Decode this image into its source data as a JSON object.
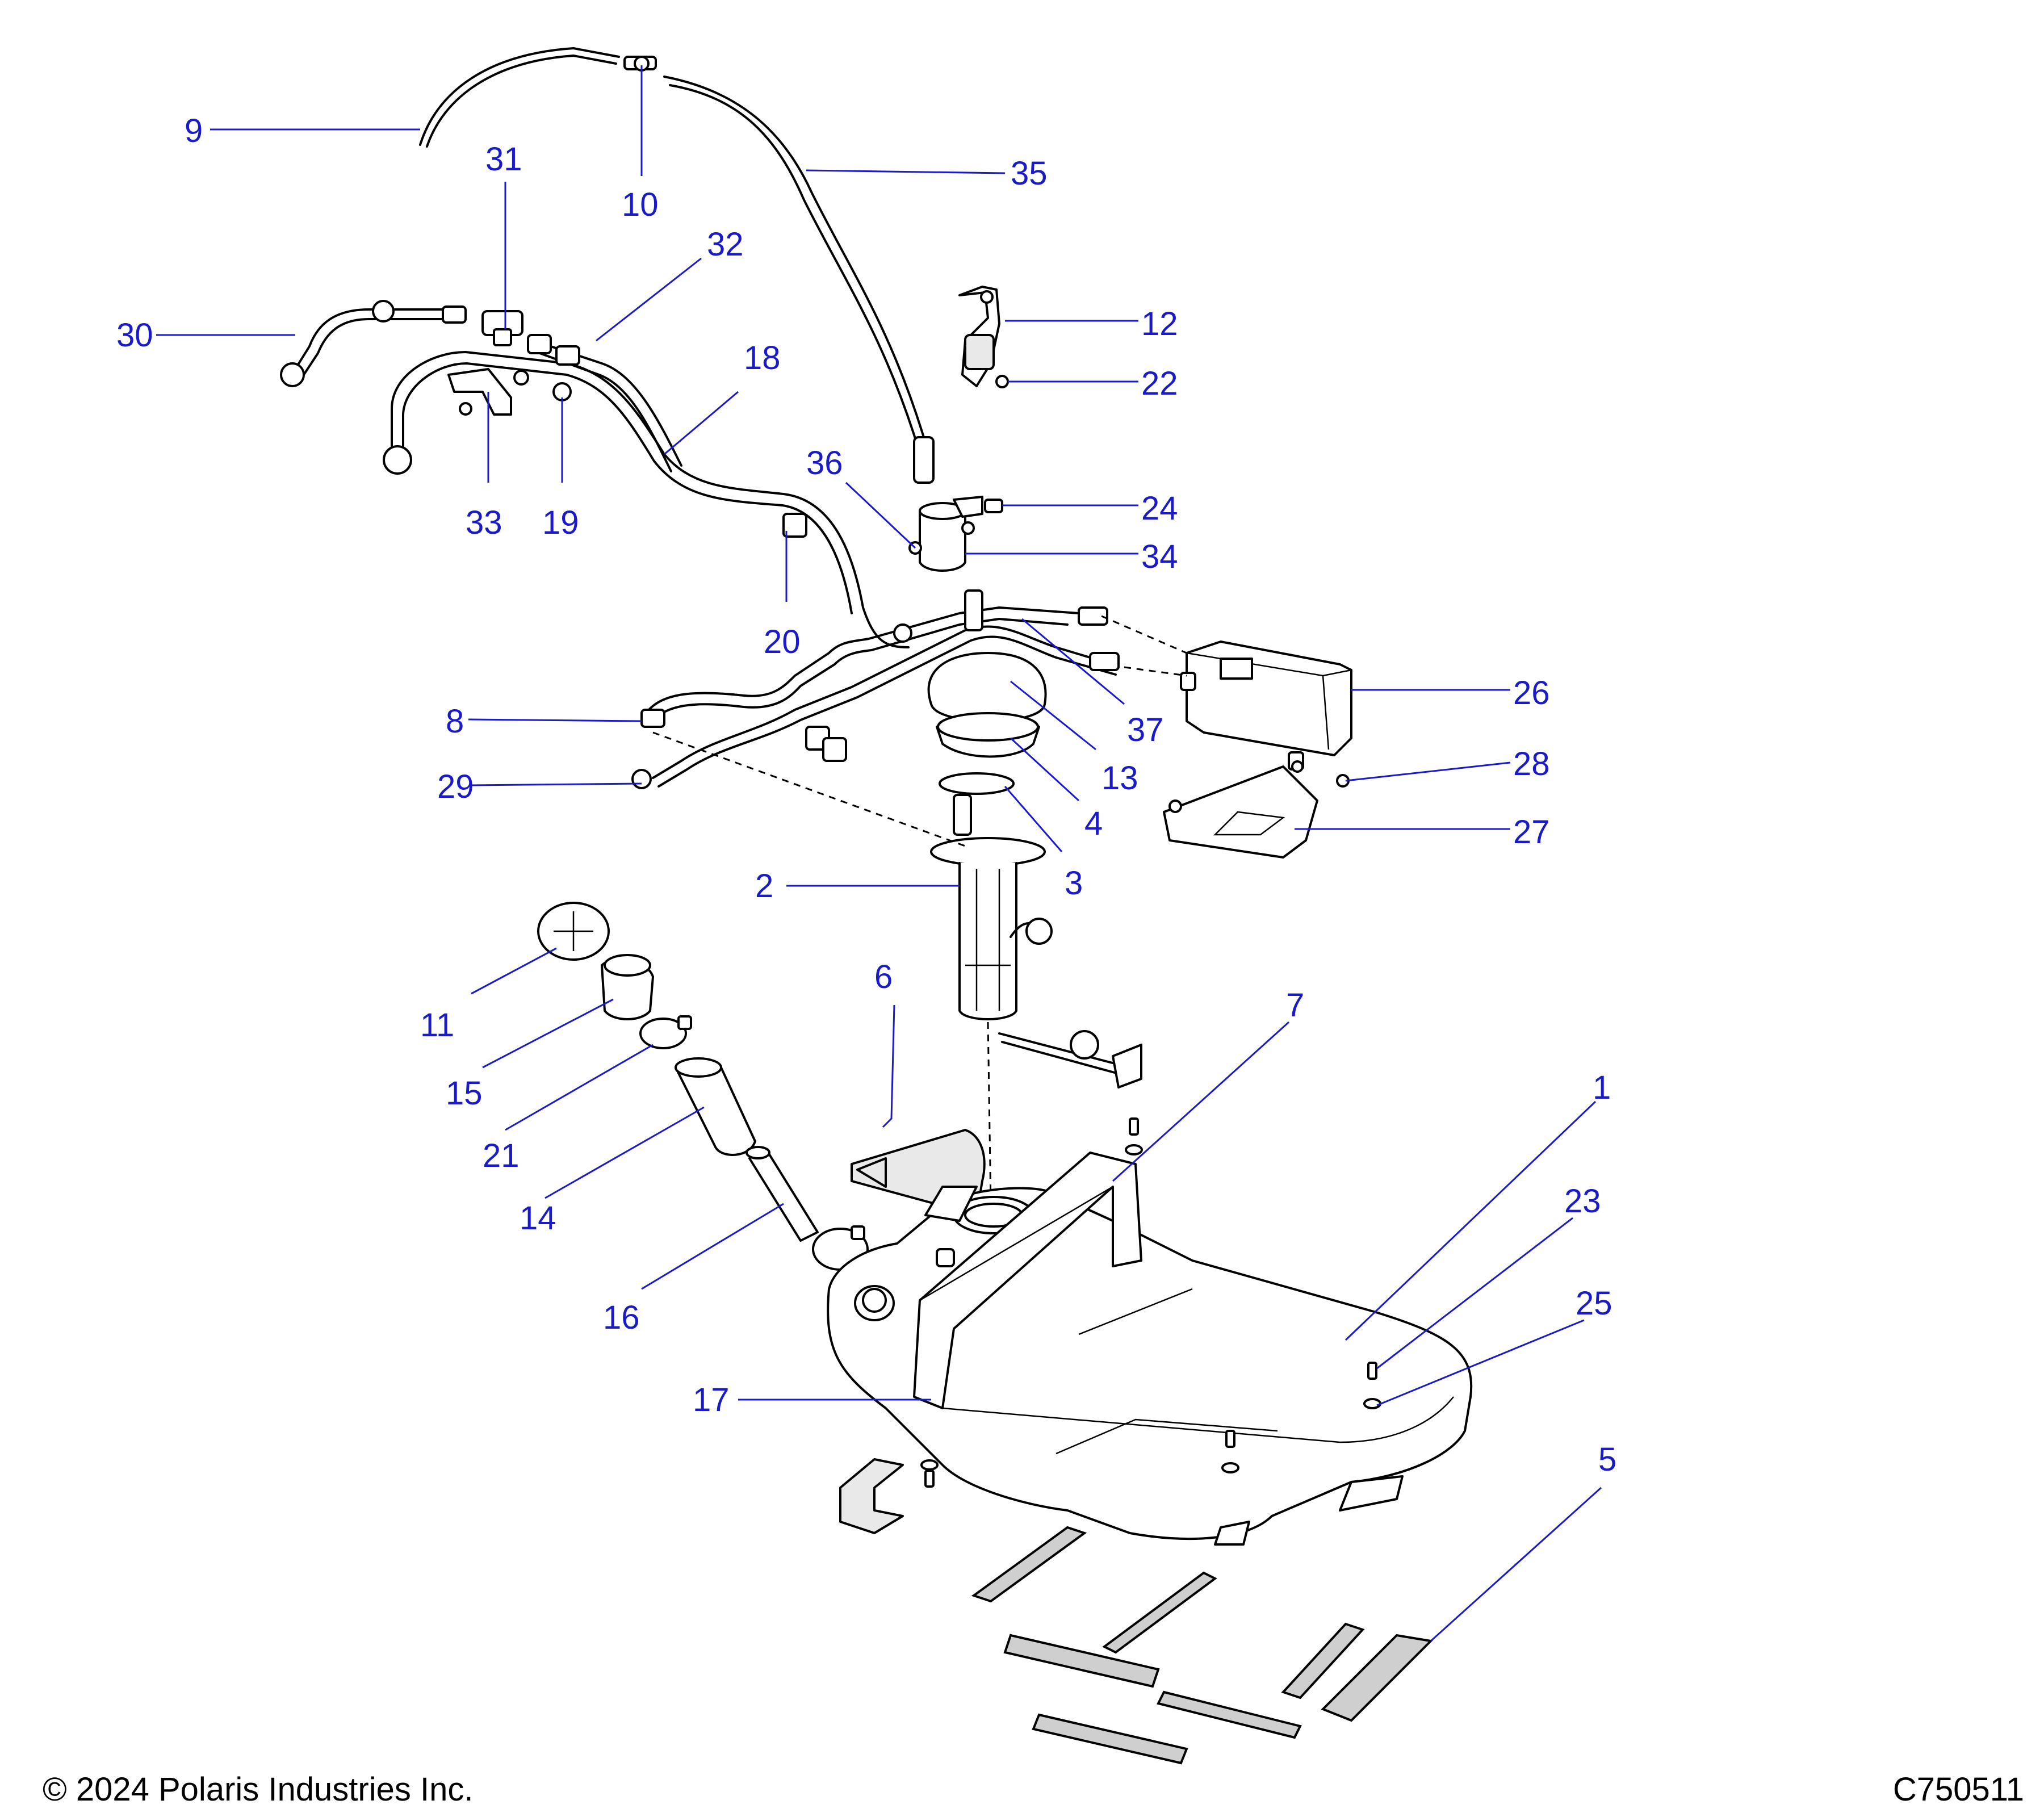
{
  "footer": {
    "copyright": "© 2024 Polaris Industries Inc.",
    "diagram_id": "C750511"
  },
  "callouts": {
    "c1": "1",
    "c2": "2",
    "c3": "3",
    "c4": "4",
    "c5": "5",
    "c6": "6",
    "c7": "7",
    "c8": "8",
    "c9": "9",
    "c10": "10",
    "c11": "11",
    "c12": "12",
    "c13": "13",
    "c14": "14",
    "c15": "15",
    "c16": "16",
    "c17": "17",
    "c18": "18",
    "c19": "19",
    "c20": "20",
    "c21": "21",
    "c22": "22",
    "c23": "23",
    "c24": "24",
    "c25": "25",
    "c26": "26",
    "c27": "27",
    "c28": "28",
    "c29": "29",
    "c30": "30",
    "c31": "31",
    "c32": "32",
    "c33": "33",
    "c34": "34",
    "c35": "35",
    "c36": "36",
    "c37": "37"
  }
}
